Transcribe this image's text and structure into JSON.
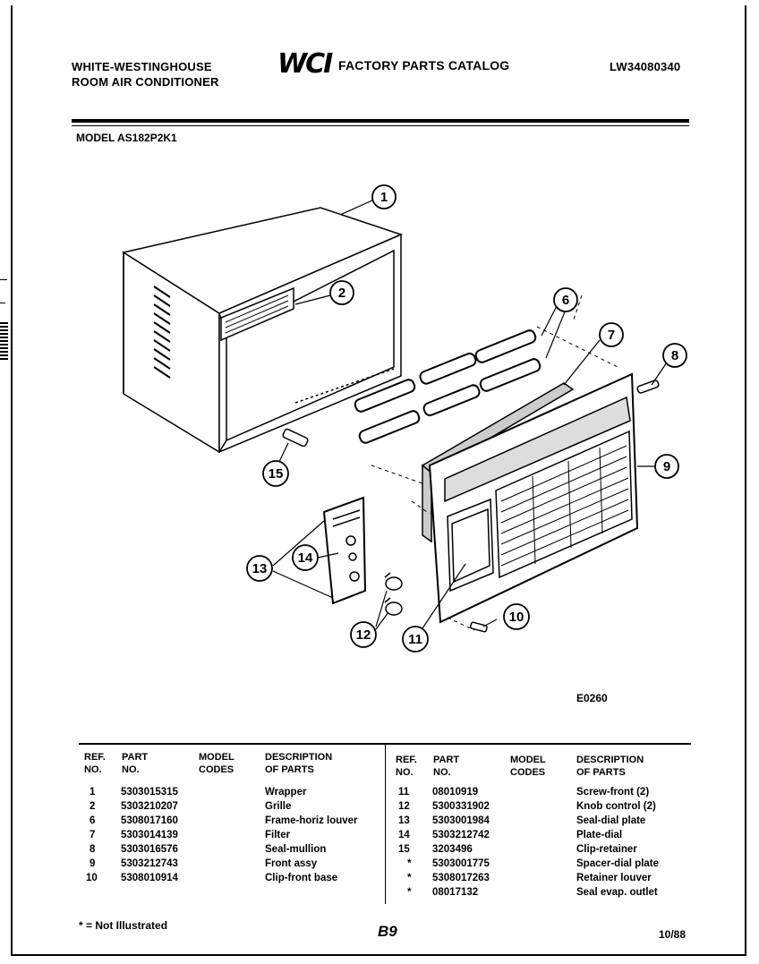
{
  "header": {
    "brand_line1": "WHITE-WESTINGHOUSE",
    "brand_line2": "ROOM AIR CONDITIONER",
    "logo": "WCI",
    "catalog_title": "FACTORY PARTS CATALOG",
    "document_number": "LW34080340",
    "model_label": "MODEL AS182P2K1"
  },
  "figure": {
    "code": "E0260",
    "callouts": [
      "1",
      "2",
      "6",
      "7",
      "8",
      "9",
      "10",
      "11",
      "12",
      "13",
      "14",
      "15"
    ]
  },
  "table": {
    "headers": {
      "ref_no": [
        "REF.",
        "NO."
      ],
      "part_no": [
        "PART",
        "NO."
      ],
      "model_codes": [
        "MODEL",
        "CODES"
      ],
      "description": [
        "DESCRIPTION",
        "OF PARTS"
      ]
    },
    "left_rows": [
      {
        "ref": "1",
        "part": "5303015315",
        "codes": "",
        "desc": "Wrapper"
      },
      {
        "ref": "2",
        "part": "5303210207",
        "codes": "",
        "desc": "Grille"
      },
      {
        "ref": "6",
        "part": "5308017160",
        "codes": "",
        "desc": "Frame-horiz louver"
      },
      {
        "ref": "7",
        "part": "5303014139",
        "codes": "",
        "desc": "Filter"
      },
      {
        "ref": "8",
        "part": "5303016576",
        "codes": "",
        "desc": "Seal-mullion"
      },
      {
        "ref": "9",
        "part": "5303212743",
        "codes": "",
        "desc": "Front assy"
      },
      {
        "ref": "10",
        "part": "5308010914",
        "codes": "",
        "desc": "Clip-front base"
      }
    ],
    "right_rows": [
      {
        "ref": "11",
        "part": "08010919",
        "codes": "",
        "desc": "Screw-front (2)"
      },
      {
        "ref": "12",
        "part": "5300331902",
        "codes": "",
        "desc": "Knob control (2)"
      },
      {
        "ref": "13",
        "part": "5303001984",
        "codes": "",
        "desc": "Seal-dial plate"
      },
      {
        "ref": "14",
        "part": "5303212742",
        "codes": "",
        "desc": "Plate-dial"
      },
      {
        "ref": "15",
        "part": "3203496",
        "codes": "",
        "desc": "Clip-retainer"
      },
      {
        "ref": "*",
        "part": "5303001775",
        "codes": "",
        "desc": "Spacer-dial plate"
      },
      {
        "ref": "*",
        "part": "5308017263",
        "codes": "",
        "desc": "Retainer louver"
      },
      {
        "ref": "*",
        "part": "08017132",
        "codes": "",
        "desc": "Seal evap. outlet"
      }
    ]
  },
  "footer": {
    "note": "* = Not Illustrated",
    "page_code": "B9",
    "date": "10/88"
  }
}
